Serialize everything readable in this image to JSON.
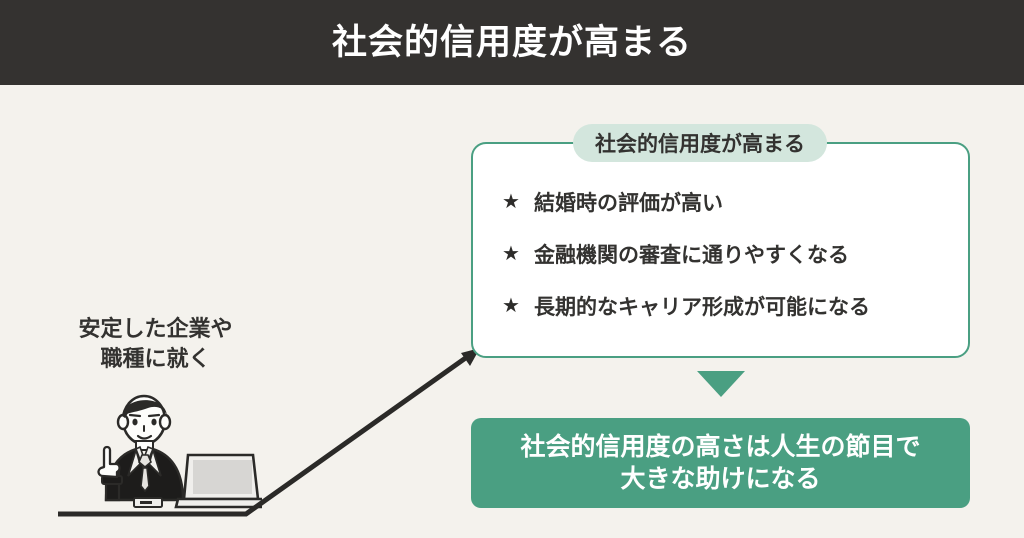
{
  "header": {
    "title": "社会的信用度が高まる",
    "background_color": "#343230",
    "text_color": "#ffffff"
  },
  "page": {
    "background_color": "#f4f2ed",
    "accent_green": "#4a9f82",
    "badge_green": "#d3e6dd",
    "text_dark": "#333230"
  },
  "left": {
    "label": "安定した企業や\n職種に就く",
    "illustration_name": "businessman-with-laptop"
  },
  "card": {
    "badge_label": "社会的信用度が高まる",
    "bullet_glyph": "★",
    "items": [
      {
        "text": "結婚時の評価が高い"
      },
      {
        "text": "金融機関の審査に通りやすくなる"
      },
      {
        "text": "長期的なキャリア形成が可能になる"
      }
    ]
  },
  "conclusion": {
    "text": "社会的信用度の高さは人生の節目で\n大きな助けになる"
  }
}
